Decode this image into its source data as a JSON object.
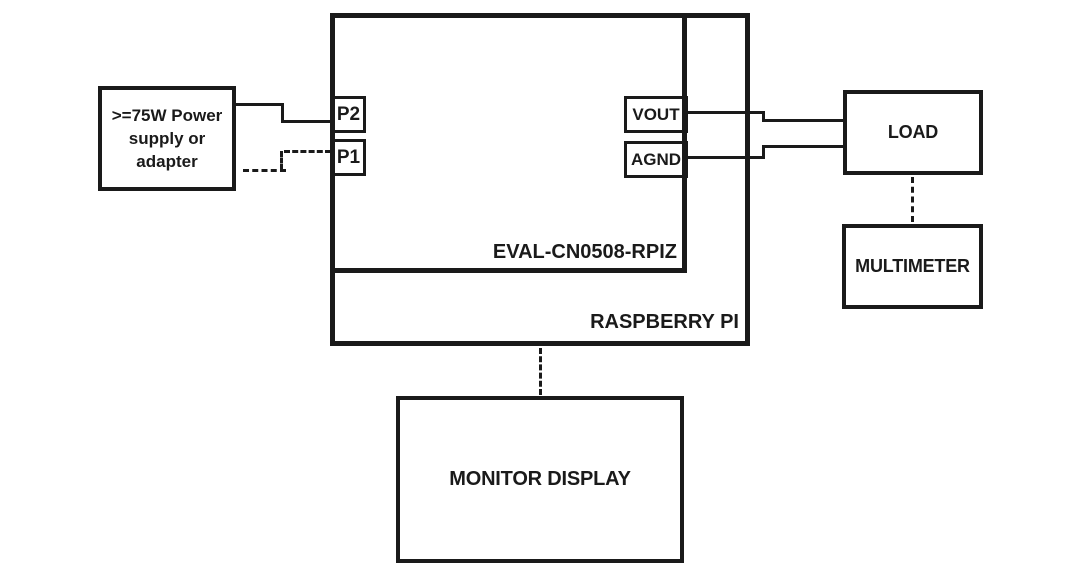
{
  "colors": {
    "background": "#ffffff",
    "ink": "#1a1a1a"
  },
  "blocks": {
    "power_supply": {
      "lines": [
        ">=75W Power",
        "supply or",
        "adapter"
      ]
    },
    "p2": {
      "label": "P2"
    },
    "p1": {
      "label": "P1"
    },
    "vout": {
      "label": "VOUT"
    },
    "agnd": {
      "label": "AGND"
    },
    "eval_board": {
      "label": "EVAL-CN0508-RPIZ"
    },
    "raspberry_pi": {
      "label": "RASPBERRY PI"
    },
    "load": {
      "label": "LOAD"
    },
    "multimeter": {
      "label": "MULTIMETER"
    },
    "monitor_display": {
      "label": "MONITOR DISPLAY"
    }
  },
  "connections": [
    {
      "from": "power_supply",
      "to": "p2",
      "style": "solid"
    },
    {
      "from": "power_supply",
      "to": "p1",
      "style": "dashed"
    },
    {
      "from": "vout",
      "to": "load",
      "style": "solid"
    },
    {
      "from": "agnd",
      "to": "load",
      "style": "solid"
    },
    {
      "from": "load",
      "to": "multimeter",
      "style": "dashed"
    },
    {
      "from": "raspberry_pi",
      "to": "monitor_display",
      "style": "dashed"
    }
  ]
}
